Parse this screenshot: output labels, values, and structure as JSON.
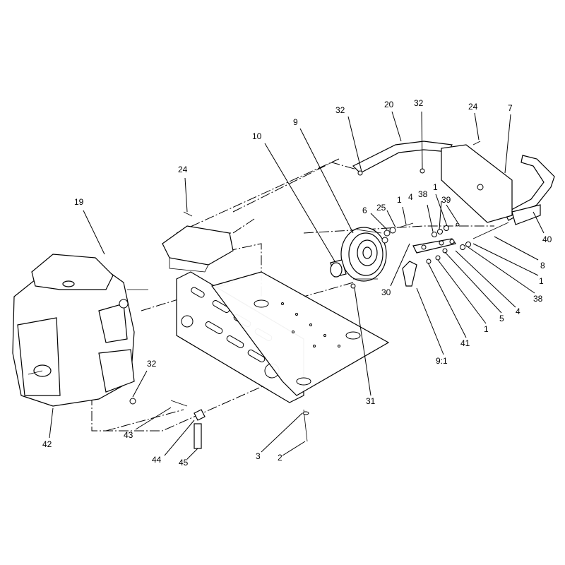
{
  "callouts": [
    {
      "label": "32"
    },
    {
      "label": "20"
    },
    {
      "label": "32"
    },
    {
      "label": "24"
    },
    {
      "label": "7"
    },
    {
      "label": "10"
    },
    {
      "label": "9"
    },
    {
      "label": "24"
    },
    {
      "label": "19"
    },
    {
      "label": "6"
    },
    {
      "label": "25"
    },
    {
      "label": "1"
    },
    {
      "label": "4"
    },
    {
      "label": "38"
    },
    {
      "label": "1"
    },
    {
      "label": "39"
    },
    {
      "label": "40"
    },
    {
      "label": "8"
    },
    {
      "label": "1"
    },
    {
      "label": "38"
    },
    {
      "label": "4"
    },
    {
      "label": "5"
    },
    {
      "label": "1"
    },
    {
      "label": "41"
    },
    {
      "label": "9:1"
    },
    {
      "label": "30"
    },
    {
      "label": "31"
    },
    {
      "label": "32"
    },
    {
      "label": "42"
    },
    {
      "label": "43"
    },
    {
      "label": "44"
    },
    {
      "label": "45"
    },
    {
      "label": "3"
    },
    {
      "label": "2"
    }
  ]
}
